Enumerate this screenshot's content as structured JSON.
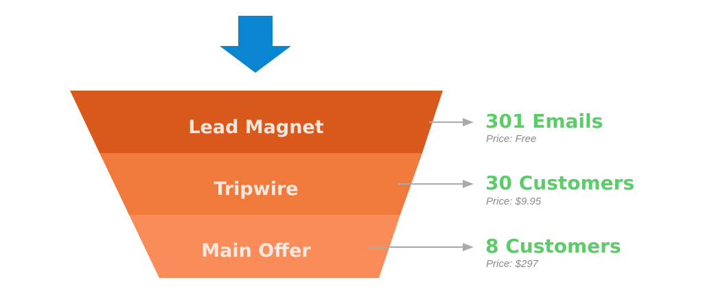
{
  "colors": {
    "entry_arrow": "#0a85d1",
    "connector": "#aaaaaa",
    "metric_green": "#5ccc68",
    "price_gray": "#8a8a8a",
    "label_text": "#f6e6dc"
  },
  "entry_arrow": {
    "icon": "down-arrow-icon"
  },
  "stages": [
    {
      "label": "Lead Magnet",
      "color": "#d9581c",
      "metric": "301 Emails",
      "price": "Price: Free"
    },
    {
      "label": "Tripwire",
      "color": "#f07a3b",
      "metric": "30 Customers",
      "price": "Price: $9.95"
    },
    {
      "label": "Main Offer",
      "color": "#f98c58",
      "metric": "8 Customers",
      "price": "Price: $297"
    }
  ]
}
